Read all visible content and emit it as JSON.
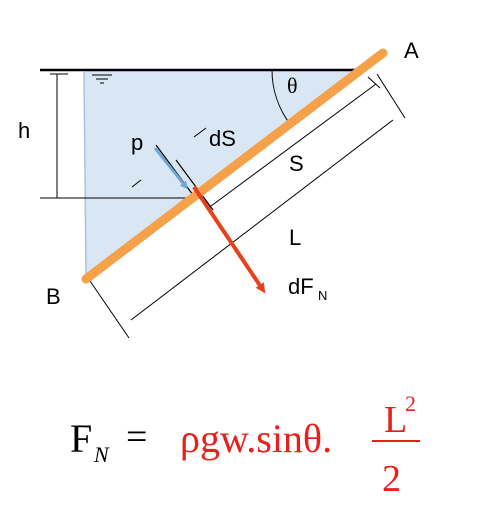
{
  "labels": {
    "A": "A",
    "B": "B",
    "h": "h",
    "theta": "θ",
    "p": "p",
    "dS": "dS",
    "S": "S",
    "L": "L",
    "dF": "dF",
    "dF_sub": "N"
  },
  "formula": {
    "lhs": "F",
    "lhs_sub": "N",
    "equals": "=",
    "rhs_text": "ρgw.sinθ.",
    "numerator": "L",
    "exponent": "2",
    "denominator": "2"
  },
  "colors": {
    "water": "#d9e6f4",
    "plate": "#f4a14a",
    "force_arrow": "#e8401c",
    "pressure_arrow": "#6fa6d8",
    "formula_rhs": "#e8201c",
    "ink": "#000000"
  },
  "icons": {
    "free_surface": "free-surface-symbol"
  }
}
